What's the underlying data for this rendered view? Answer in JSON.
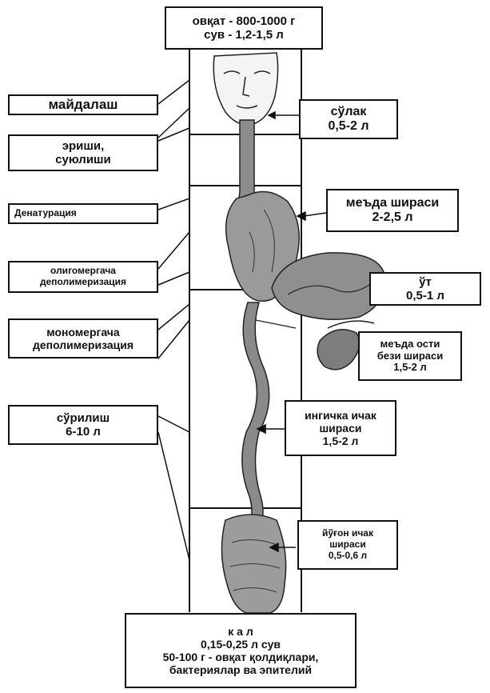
{
  "top_box": {
    "line1": "овқат - 800-1000 г",
    "line2": "сув - 1,2-1,5 л"
  },
  "left_labels": {
    "maydalash": "майдалаш",
    "erishi_1": "эриши,",
    "erishi_2": "суюлиши",
    "denaturatsiya": "Денатурация",
    "oligo_1": "олигомергача",
    "oligo_2": "деполимеризация",
    "mono_1": "мономергача",
    "mono_2": "деполимеризация",
    "surilish_1": "сўрилиш",
    "surilish_2": "6-10 л"
  },
  "right_boxes": {
    "sulak": {
      "line1": "сўлак",
      "line2": "0,5-2 л"
    },
    "meda": {
      "line1": "меъда шираси",
      "line2": "2-2,5 л"
    },
    "ut": {
      "line1": "ўт",
      "line2": "0,5-1 л"
    },
    "meda_osti": {
      "line1": "меъда ости",
      "line2": "бези шираси",
      "line3": "1,5-2 л"
    },
    "ingichka": {
      "line1": "ингичка ичак",
      "line2": "шираси",
      "line3": "1,5-2 л"
    },
    "yugon": {
      "line1": "йўғон ичак",
      "line2": "шираси",
      "line3": "0,5-0,6 л"
    }
  },
  "bottom_box": {
    "line1": "к а л",
    "line2": "0,15-0,25 л сув",
    "line3": "50-100 г - овқат қолдиқлари,",
    "line4": "бактериялар ва эпителий"
  },
  "colors": {
    "ink": "#111111",
    "organ_fill": "#9a9a9a",
    "organ_dark": "#4a4a4a",
    "background": "#ffffff"
  }
}
